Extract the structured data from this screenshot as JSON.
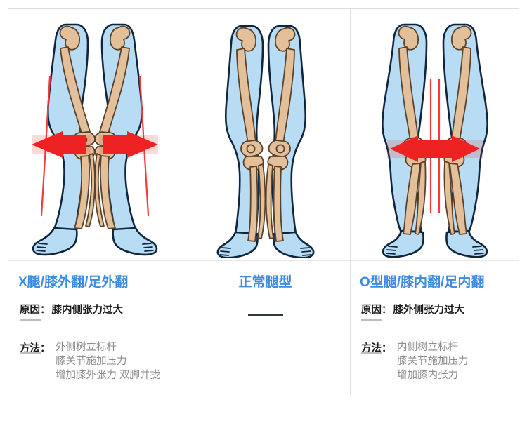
{
  "figure": {
    "kind": "medical-infographic",
    "subject": "leg-alignment-comparison",
    "panel_count": 3,
    "colors": {
      "title_blue": "#3d8be0",
      "label_dark": "#1c1c1c",
      "body_gray": "#8d8d8d",
      "rule_gray": "#bdbdbd",
      "border_gray": "#dddddd",
      "divider_gray": "#e2e2e2",
      "skin_blue": "#b9dcf5",
      "skin_outline": "#10263d",
      "bone_tan": "#e3c09a",
      "bone_outline": "#5a422a",
      "arrow_red": "#ee2222",
      "guide_red": "#f43a3a",
      "normal_rule_dark": "#2b3b3b"
    }
  },
  "panels": [
    {
      "id": "knock-knee",
      "title": "X腿/膝外翻/足外翻",
      "reason_label": "原因：",
      "reason_value": "膝内侧张力过大",
      "method_label": "方法：",
      "method_lines": [
        "外侧树立标杆",
        "膝关节施加压力",
        "增加膝外张力 双脚并拢"
      ],
      "illustration": {
        "name": "x-legs-diagram",
        "arrows": "outward",
        "guide_lines": "outer-slanted-pair",
        "guide_line_count": 2
      }
    },
    {
      "id": "normal",
      "title": "正常腿型",
      "reason_label": "",
      "reason_value": "",
      "method_label": "",
      "method_lines": [],
      "illustration": {
        "name": "normal-legs-diagram",
        "arrows": "none",
        "guide_lines": "none",
        "guide_line_count": 0
      }
    },
    {
      "id": "bow-leg",
      "title": "O型腿/膝内翻/足内翻",
      "reason_label": "原因：",
      "reason_value": "膝外侧张力过大",
      "method_label": "方法：",
      "method_lines": [
        "内侧树立标杆",
        "膝关节施加压力",
        "增加膝内张力"
      ],
      "illustration": {
        "name": "o-legs-diagram",
        "arrows": "inward",
        "guide_lines": "center-vertical-pair",
        "guide_line_count": 2
      }
    }
  ]
}
